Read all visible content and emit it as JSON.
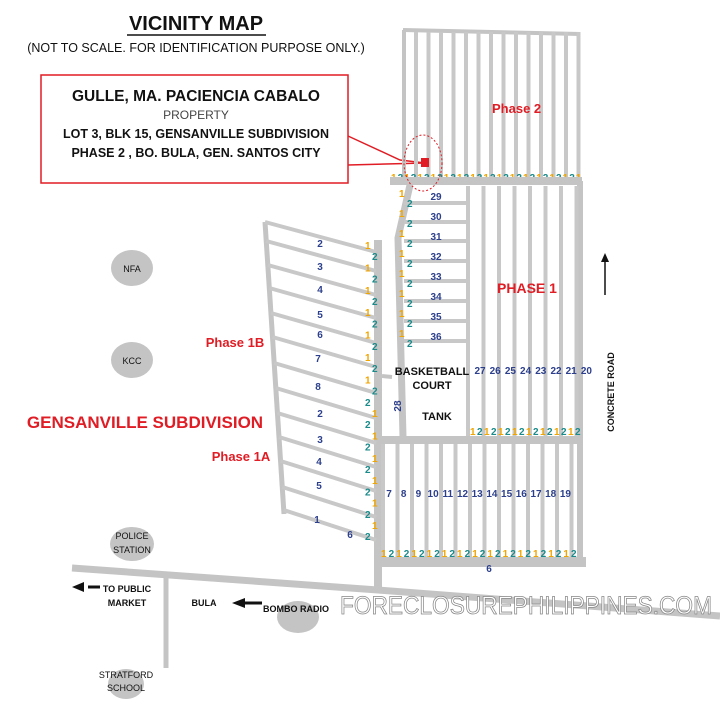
{
  "header": {
    "title": "VICINITY MAP",
    "subtitle": "(NOT TO SCALE. FOR IDENTIFICATION PURPOSE ONLY.)"
  },
  "property": {
    "owner": "GULLE, MA. PACIENCIA CABALO",
    "type": "PROPERTY",
    "line1": "LOT 3, BLK 15, GENSANVILLE SUBDIVISION",
    "line2": "PHASE 2 , BO. BULA,  GEN. SANTOS CITY"
  },
  "labels": {
    "phase2": "Phase 2",
    "phase1": "PHASE 1",
    "phase1b": "Phase 1B",
    "phase1a": "Phase 1A",
    "subdivision": "GENSANVILLE SUBDIVISION",
    "basketball_court": [
      "BASKETBALL",
      "COURT"
    ],
    "tank": "TANK",
    "road_28": "28",
    "road_6": "6",
    "concrete_road": "CONCRETE ROAD",
    "to_public_market": [
      "TO PUBLIC",
      "MARKET"
    ],
    "bula": "BULA",
    "watermark": "FORECLOSUREPHILIPPINES.COM"
  },
  "landmarks": {
    "nfa": "NFA",
    "kcc": "KCC",
    "police": [
      "POLICE",
      "STATION"
    ],
    "bombo": "BOMBO RADIO",
    "stratford": [
      "STRATFORD",
      "SCHOOL"
    ]
  },
  "lots": {
    "phase1_upper": [
      "29",
      "30",
      "31",
      "32",
      "33",
      "34",
      "35",
      "36"
    ],
    "phase1_strips": [
      "27",
      "26",
      "25",
      "24",
      "23",
      "22",
      "21",
      "20"
    ],
    "phase1_lower": [
      "7",
      "8",
      "9",
      "10",
      "11",
      "12",
      "13",
      "14",
      "15",
      "16",
      "17",
      "18",
      "19"
    ],
    "left_block": [
      "2",
      "3",
      "4",
      "5",
      "6",
      "7",
      "8",
      "2",
      "3",
      "4",
      "5",
      "1",
      "6"
    ]
  },
  "markers": {
    "phase2_front": [
      "1",
      "2",
      "1",
      "2",
      "1",
      "2",
      "1",
      "2",
      "1",
      "2",
      "1",
      "2",
      "1",
      "2",
      "1",
      "2",
      "1",
      "2",
      "1",
      "2",
      "1",
      "2",
      "1",
      "2",
      "1",
      "2",
      "1",
      "2",
      "1"
    ],
    "phase1_upper_side": [
      "1",
      "2",
      "1",
      "2",
      "1",
      "2",
      "1",
      "2",
      "1",
      "2",
      "1",
      "2",
      "1",
      "2",
      "1",
      "2"
    ],
    "phase1_mid_front": [
      "1",
      "2",
      "1",
      "2",
      "1",
      "2",
      "1",
      "2",
      "1",
      "2",
      "1",
      "2",
      "1",
      "2",
      "1",
      "2"
    ],
    "phase1_lower_front": [
      "1",
      "2",
      "1",
      "2",
      "1",
      "2",
      "1",
      "2",
      "1",
      "2",
      "1",
      "2",
      "1",
      "2",
      "1",
      "2",
      "1",
      "2",
      "1",
      "2",
      "1",
      "2",
      "1",
      "2",
      "1",
      "2"
    ],
    "left_block_side": [
      "1",
      "2",
      "1",
      "2",
      "1",
      "2",
      "1",
      "2",
      "1",
      "2",
      "1",
      "2",
      "1",
      "2",
      "2",
      "1",
      "2",
      "1",
      "2",
      "1",
      "2",
      "1",
      "2",
      "1",
      "2",
      "1",
      "2"
    ]
  },
  "colors": {
    "accent_red": "#e01c24",
    "road_gray": "#c4c4c4",
    "lot_blue": "#2c3f8c"
  }
}
